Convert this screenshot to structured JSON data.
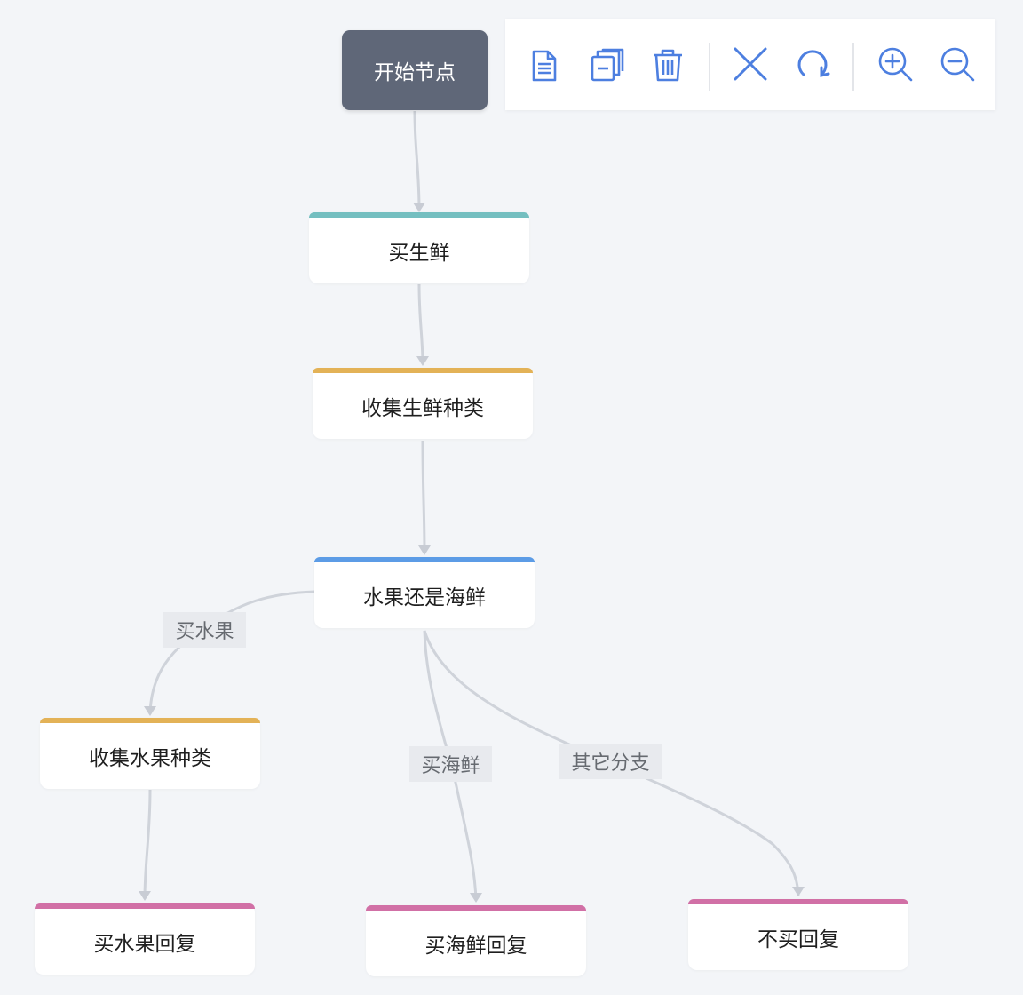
{
  "toolbar": {
    "icons": [
      "copy-document",
      "duplicate",
      "delete",
      "close",
      "refresh",
      "zoom-in",
      "zoom-out"
    ],
    "icon_color": "#4d7fe0"
  },
  "nodes": {
    "start": {
      "label": "开始节点",
      "color": "#5f6778"
    },
    "buy_fresh": {
      "label": "买生鲜",
      "accent": "#74bfc0"
    },
    "collect_fresh": {
      "label": "收集生鲜种类",
      "accent": "#e3b257"
    },
    "fruit_or_seafood": {
      "label": "水果还是海鲜",
      "accent": "#5c9ce6"
    },
    "collect_fruit": {
      "label": "收集水果种类",
      "accent": "#e3b257"
    },
    "reply_fruit": {
      "label": "买水果回复",
      "accent": "#d170a6"
    },
    "reply_seafood": {
      "label": "买海鲜回复",
      "accent": "#d170a6"
    },
    "reply_none": {
      "label": "不买回复",
      "accent": "#d170a6"
    }
  },
  "edges": {
    "buy_fruit": "买水果",
    "buy_seafood": "买海鲜",
    "other_branch": "其它分支"
  }
}
